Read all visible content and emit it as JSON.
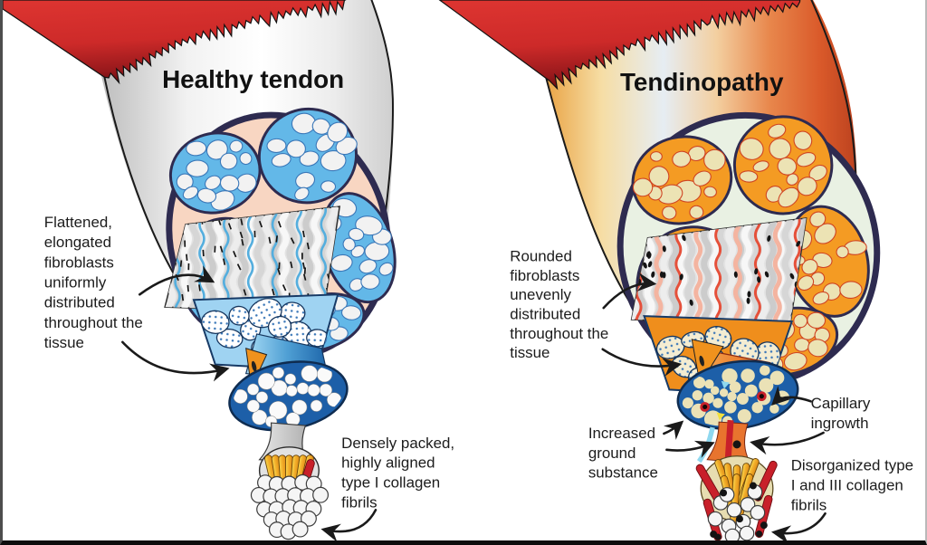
{
  "figure": {
    "type": "medical-illustration",
    "subject": "Comparison of healthy tendon and tendinopathy microstructure"
  },
  "panels": {
    "healthy": {
      "title": "Healthy tendon",
      "labels": {
        "fibroblasts": {
          "lines": [
            "Flattened,",
            "elongated",
            "fibroblasts",
            "uniformly",
            "distributed",
            "throughout the",
            "tissue"
          ]
        },
        "fibrils": {
          "lines": [
            "Densely packed,",
            "highly aligned",
            "type I collagen",
            "fibrils"
          ]
        }
      }
    },
    "tendinopathy": {
      "title": "Tendinopathy",
      "labels": {
        "fibroblasts": {
          "lines": [
            "Rounded",
            "fibroblasts",
            "unevenly",
            "distributed",
            "throughout the",
            "tissue"
          ]
        },
        "capillary": {
          "lines": [
            "Capillary",
            "ingrowth"
          ]
        },
        "ground_substance": {
          "lines": [
            "Increased",
            "ground",
            "substance"
          ]
        },
        "fibrils": {
          "lines": [
            "Disorganized type",
            "I and III collagen",
            "fibrils"
          ]
        }
      }
    }
  },
  "colors": {
    "muscle_red": "#d32b28",
    "healthy_fascicle_blue": "#63b8e8",
    "healthy_ring_fill": "#f8d6c2",
    "tendinopathy_fascicle_orange": "#f49b23",
    "tendinopathy_ring_fill": "#e9f1e3",
    "outline_navy": "#2e2b50",
    "fiber_disc_blue": "#1d5fa8",
    "fibril_yellow": "#f2b32b",
    "vessel_red": "#c8202a"
  }
}
